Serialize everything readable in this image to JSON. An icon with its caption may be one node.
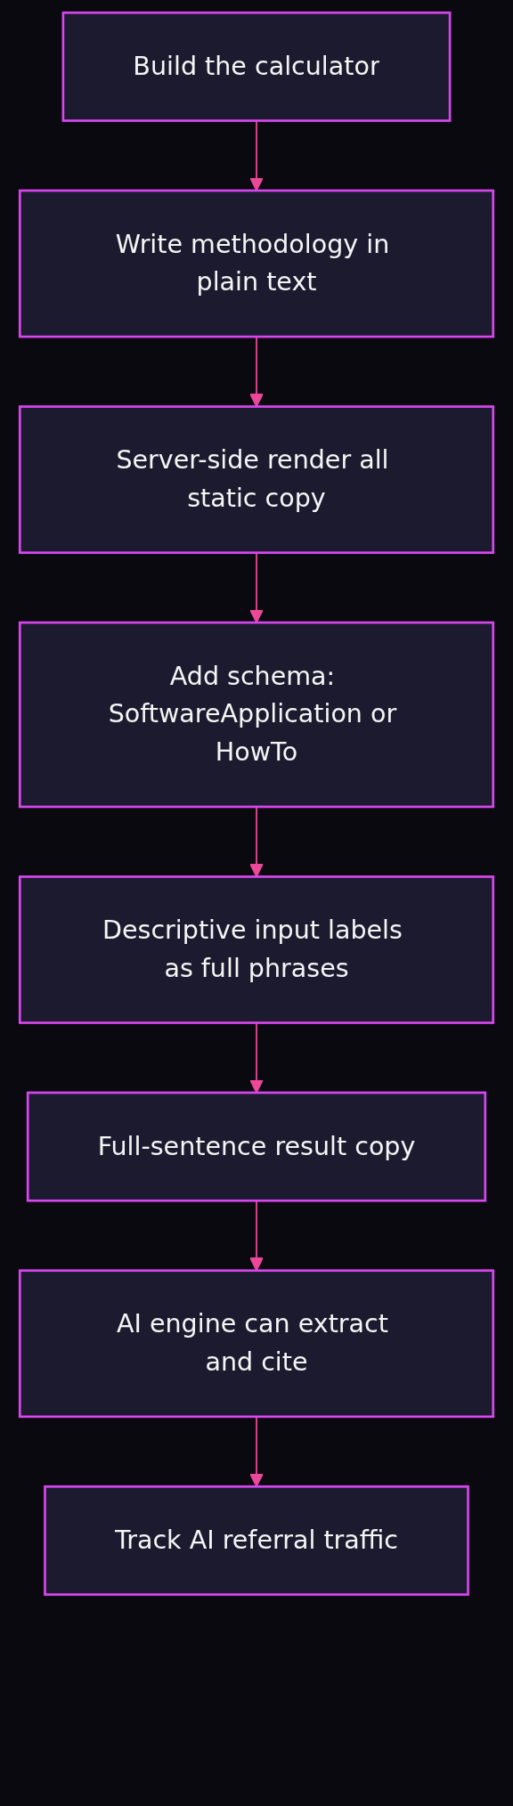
{
  "diagram": {
    "nodes": [
      {
        "text": [
          "Build the calculator"
        ]
      },
      {
        "text": [
          "Write methodology in plain text"
        ]
      },
      {
        "text": [
          "Server-side render all static copy"
        ]
      },
      {
        "text": [
          "Add schema: SoftwareApplication or HowTo"
        ]
      },
      {
        "text": [
          "Descriptive input labels as full phrases"
        ]
      },
      {
        "text": [
          "Full-sentence result copy"
        ]
      },
      {
        "text": [
          "AI engine can extract and cite"
        ]
      },
      {
        "text": [
          "Track AI referral traffic"
        ]
      }
    ],
    "edges": [
      {
        "from": 0,
        "to": 1,
        "arrow": "to"
      },
      {
        "from": 1,
        "to": 2,
        "arrow": "to"
      },
      {
        "from": 2,
        "to": 3,
        "arrow": "to"
      },
      {
        "from": 3,
        "to": 4,
        "arrow": "to"
      },
      {
        "from": 4,
        "to": 5,
        "arrow": "to"
      },
      {
        "from": 5,
        "to": 6,
        "arrow": "to"
      },
      {
        "from": 6,
        "to": 7,
        "arrow": "to"
      }
    ]
  }
}
